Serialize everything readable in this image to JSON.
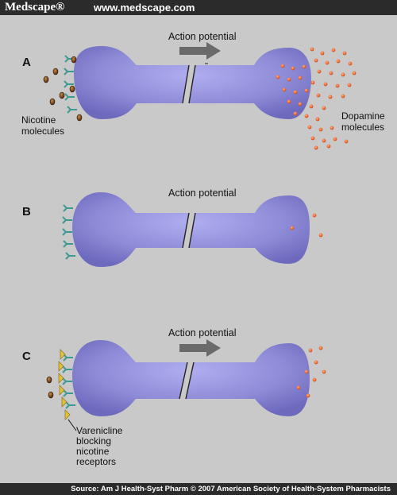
{
  "header": {
    "brand": "Medscape®",
    "url": "www.medscape.com"
  },
  "footer": {
    "source": "Source: Am J Health-Syst Pharm © 2007 American Society of Health-System Pharmacists"
  },
  "panels": [
    {
      "letter": "A",
      "action_label": "Action potential",
      "arrow": true
    },
    {
      "letter": "B",
      "action_label": "Action potential",
      "arrow": false
    },
    {
      "letter": "C",
      "action_label": "Action potential",
      "arrow": true
    }
  ],
  "labels": {
    "nicotine": [
      "Nicotine",
      "molecules"
    ],
    "dopamine": [
      "Dopamine",
      "molecules"
    ],
    "varenicline": [
      "Varenicline",
      "blocking",
      "nicotine",
      "receptors"
    ]
  },
  "colors": {
    "background": "#c9c9c9",
    "neuron": "#8f8cd8",
    "receptor": "#3d9a92",
    "dopamine": "#e8642c",
    "nicotine": "#7a4a1c",
    "varenicline": "#e0c23c",
    "arrow": "#6a6a6a"
  }
}
